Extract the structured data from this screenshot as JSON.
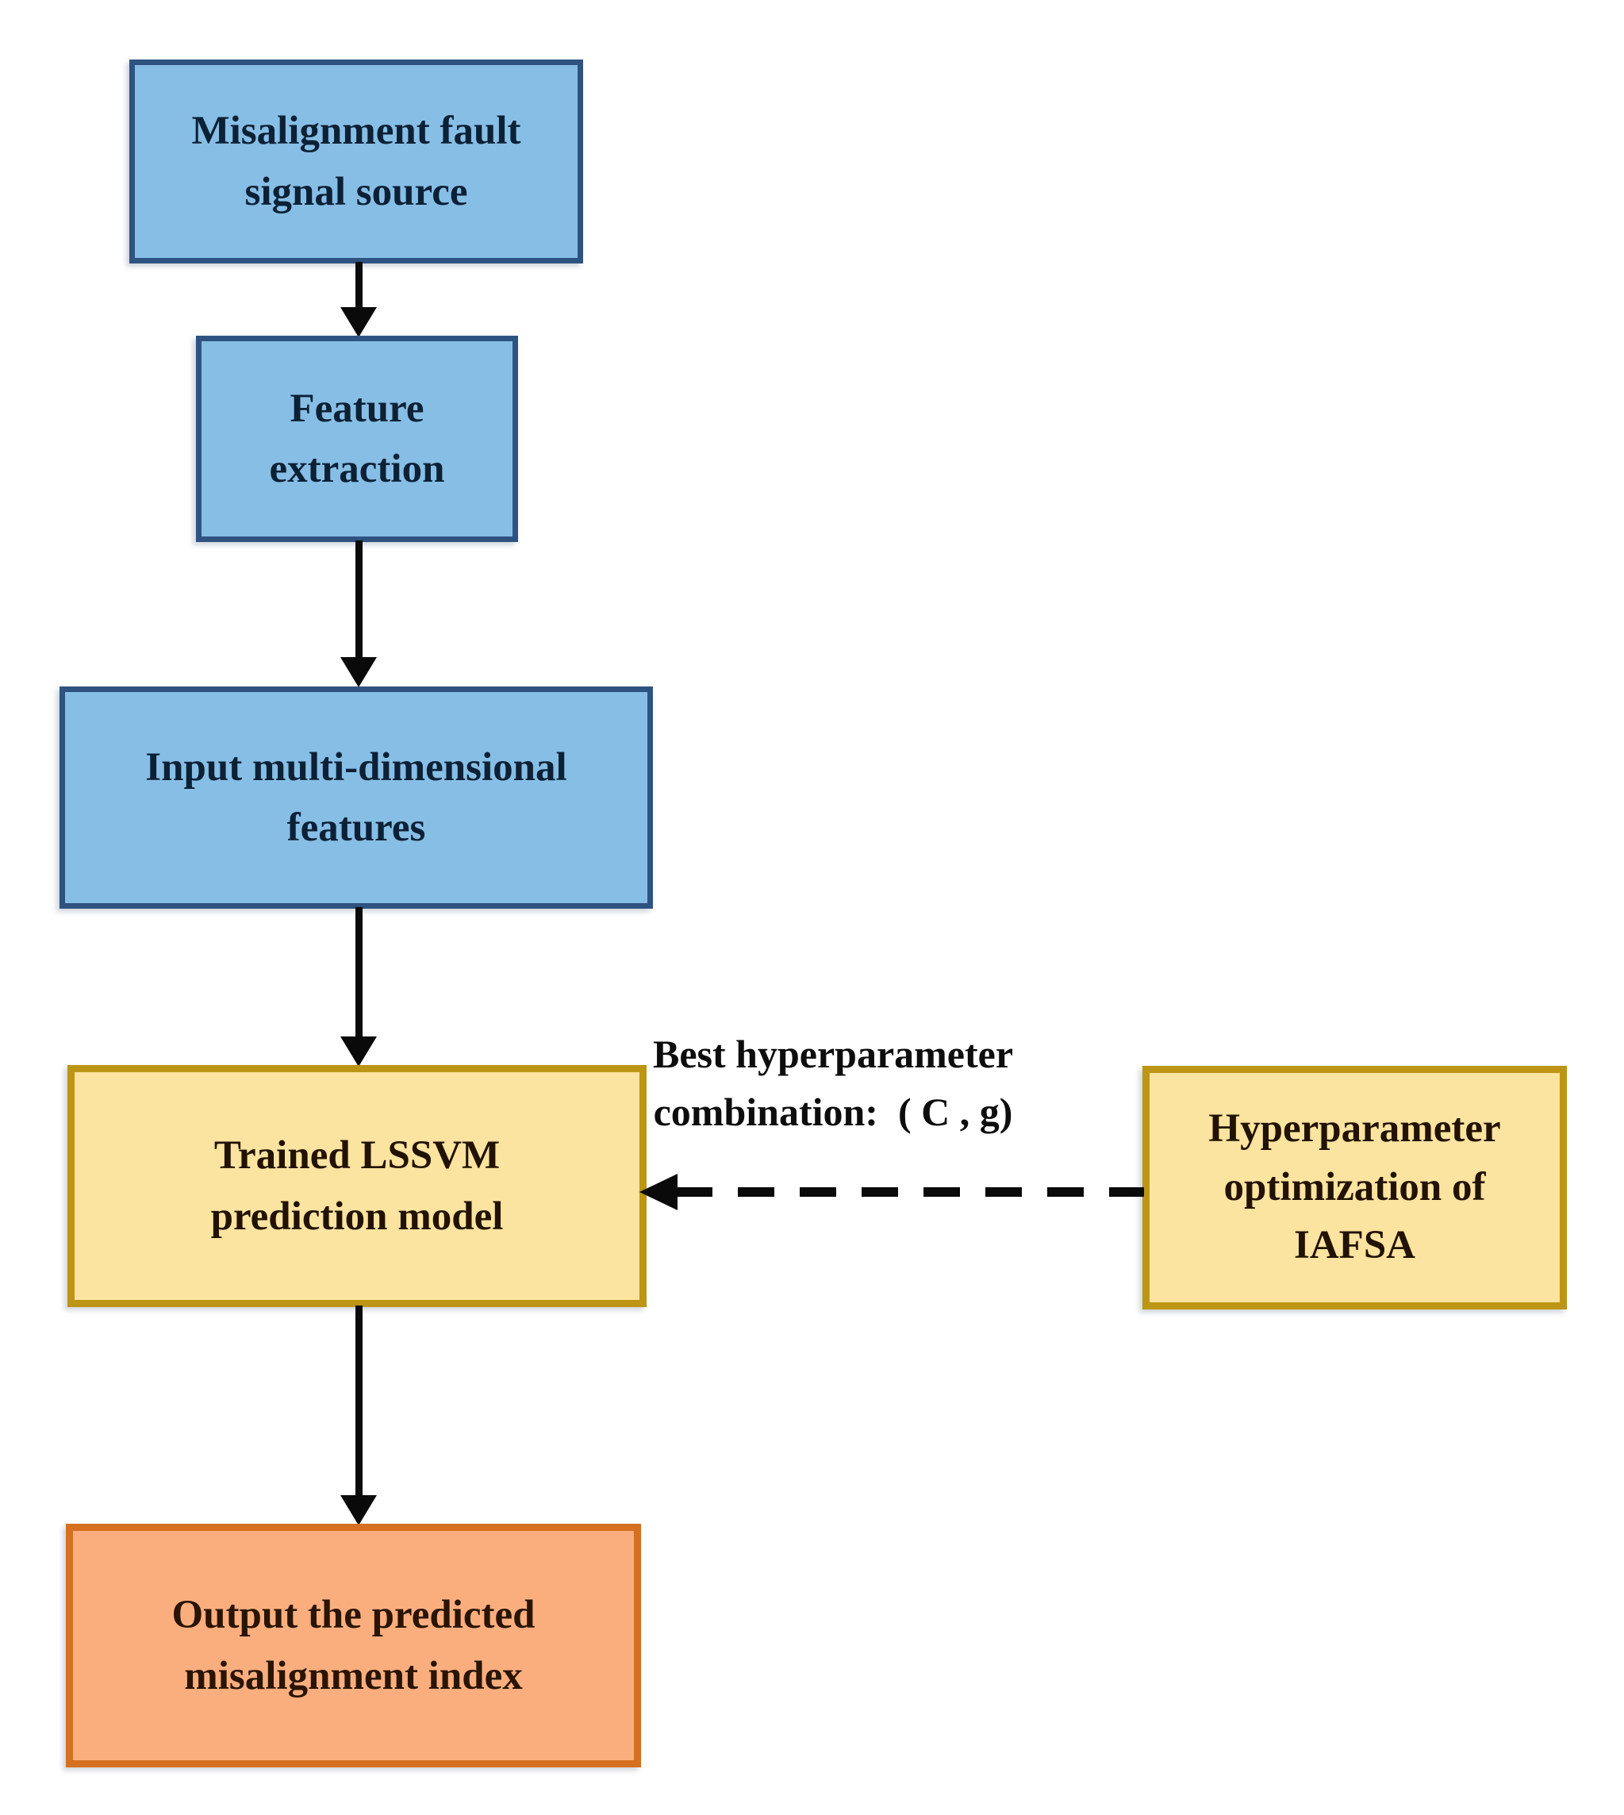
{
  "figure": {
    "type": "flowchart",
    "background_color": "#ffffff",
    "arrow_color": "#0A0A0A",
    "nodes": {
      "signal_source": {
        "label": "Misalignment fault signal source",
        "line1": "Misalignment fault",
        "line2": "signal source",
        "fill": "#87BEE5",
        "border": "#2F5380",
        "text_color": "#0C2136"
      },
      "feature_extraction": {
        "label": "Feature extraction",
        "line1": "Feature",
        "line2": "extraction",
        "fill": "#87BEE5",
        "border": "#2F5380",
        "text_color": "#0C2136"
      },
      "input_features": {
        "label": "Input multi-dimensional features",
        "line1": "Input multi-dimensional",
        "line2": "features",
        "fill": "#87BEE5",
        "border": "#2F5380",
        "text_color": "#0C2136"
      },
      "lssvm_model": {
        "label": "Trained LSSVM prediction model",
        "line1": "Trained LSSVM",
        "line2": "prediction model",
        "fill": "#FBE3A0",
        "border": "#BC9514",
        "text_color": "#221200"
      },
      "iafsa_optimizer": {
        "label": "Hyperparameter optimization of IAFSA",
        "line1": "Hyperparameter",
        "line2": "optimization of",
        "line3": "IAFSA",
        "fill": "#FBE3A0",
        "border": "#BC9514",
        "text_color": "#221200"
      },
      "output_index": {
        "label": "Output the predicted misalignment index",
        "line1": "Output the predicted",
        "line2": "misalignment index",
        "fill": "#FAAE7E",
        "border": "#D4701F",
        "text_color": "#2A1403"
      }
    },
    "edges": {
      "dashed_edge_label": {
        "full": "Best hyperparameter combination:  ( C , g)",
        "line1": "Best hyperparameter",
        "line2": "combination:  ( C , g)"
      }
    }
  }
}
